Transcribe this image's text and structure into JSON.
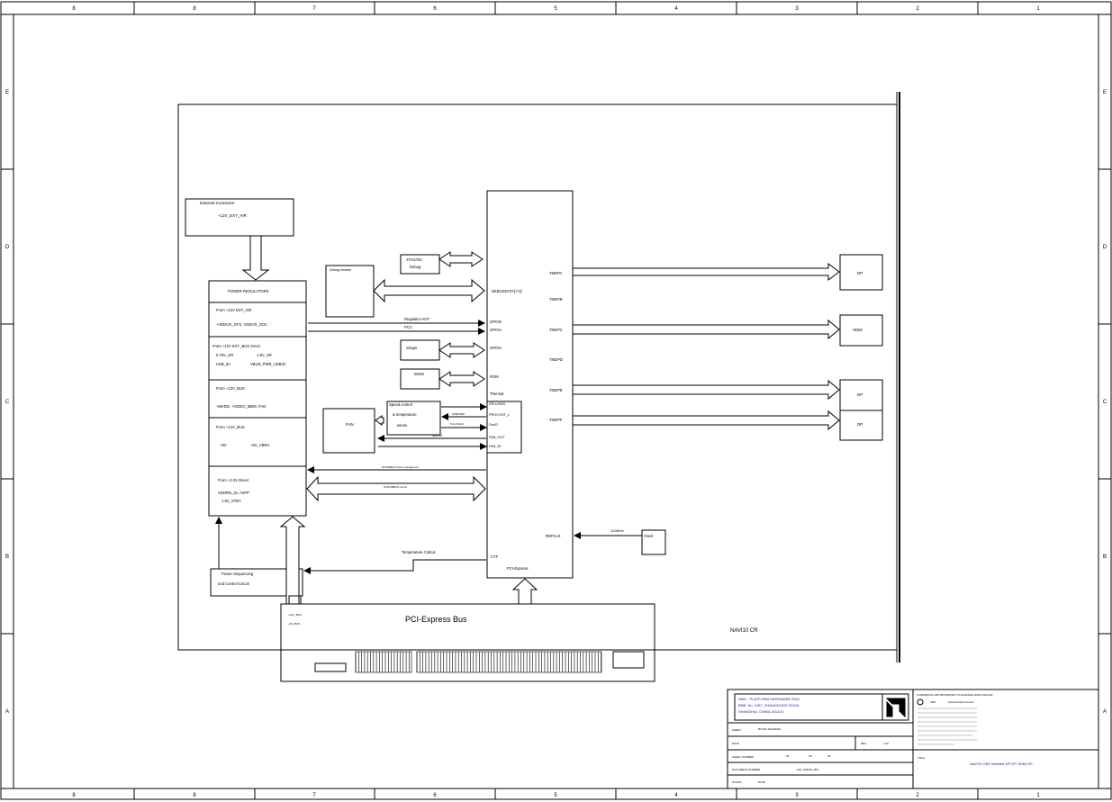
{
  "frame": {
    "columns": [
      "8",
      "8",
      "7",
      "6",
      "5",
      "4",
      "3",
      "2",
      "1"
    ],
    "rows": [
      "E",
      "D",
      "C",
      "B",
      "A"
    ]
  },
  "blocks": {
    "external_connector": {
      "title": "External Connector",
      "rail": "+12V_EXT_AIR"
    },
    "power_regulators": {
      "title": "POWER REGULATORS",
      "s1_from": "From +12V EXT_AIR",
      "s1_rails": "+VDDCR_GFX, VDDCR_SOC",
      "s2_from": "From +12V EXT_BUS 3AUX",
      "s2_a": "0.75V_SR",
      "s2_b": "1.8V_SR",
      "s2_c": "USB_5V",
      "s2_d": "VBUS_PWR_USB3C",
      "s3_from": "From +12V_BUS",
      "s3_rails": "+MVDD, +VDDCI_MEM, FAN",
      "s4_from": "From +12V_BUS",
      "s4_a": "+5V",
      "s4_b": "+5V_VBRA",
      "s5_from": "From +3.3V Direct",
      "s5_a": "VDDRN_33, AVPP",
      "s5_b": "1.8V_STBY"
    },
    "debug_header": {
      "label": "Debug header"
    },
    "jtag": {
      "line1": "JTAG/I2C",
      "line2": "Debug"
    },
    "straps": {
      "label": "Straps"
    },
    "brom": {
      "label": "BIOM"
    },
    "speed_control": {
      "line1": "Speed control",
      "line2": "& temperature",
      "line3": "sense"
    },
    "fan": {
      "label": "FAN"
    },
    "power_seq": {
      "line1": "Power Sequencing",
      "line2": "and Control Circuit"
    },
    "clock": {
      "label": "Clock"
    },
    "pcie_bus": {
      "title": "PCI-Express Bus",
      "note1": "+12V_BUS",
      "note2": "+3V_BUS"
    },
    "gpu": {
      "debug_port": "DEBUGDATA[7:0]",
      "gpio5": "GPIO5",
      "gpio4": "GPIO4",
      "gpio_s": "GPIOs",
      "rom": "ROM",
      "thermal": "Thermal",
      "t1": "DPLUSMS",
      "t2": "PROCHOT_L",
      "t3": "DmIO",
      "t4": "FAN_OUT",
      "t5": "FAN_IN",
      "refclk": "REFCLK",
      "ctf": "CTF",
      "pcie": "PCI-Express",
      "tmds_a": "TMDPA",
      "tmds_b": "TMDPB",
      "tmds_c": "TMDPC",
      "tmds_d": "TMDPD",
      "tmds_e": "TMDPE",
      "tmds_f": "TMDPF"
    },
    "outputs": {
      "dp1": "DP",
      "hdmi": "HDMI",
      "dp2": "DP",
      "dp3": "DP"
    }
  },
  "signals": {
    "regulator_hot": "Regulator HOT",
    "pcc": "PCC",
    "freq_100": "100MHz",
    "temp_critical": "Temperature Critical",
    "tiny1": "OVERTEMP",
    "tiny2": "Temp Monitor",
    "tiny3": "Speed ctrl",
    "i2c_mgmt": "I2C/SMBUS Power management",
    "svi2": "SVI2/SMBUS control"
  },
  "board_name": "NAVI10 CR",
  "title_block": {
    "company": "AMD - PLATFORM HARDWARE ENG",
    "address1": "BNB, No. 1387, ZHANGDONG ROAD",
    "address2": "SHANGHAI, CHINA 201203",
    "sheet_label": "SHEET",
    "sheet_value": "BLOCK DIAGRAM",
    "date_label": "DATE",
    "rev_label": "REV",
    "rev_value": "1.00",
    "sheet_number_label": "SHEET NUMBER",
    "sheet_of": "02",
    "of_label": "OF",
    "sheet_total": "99",
    "doc_number_label": "DOCUMENT NUMBER",
    "doc_number": "105_D18604_000",
    "notes_label": "NOTES",
    "notes_value": "NOTE",
    "conf1": "CONFIDENTIAL AND PROPRIETARY TO ADVANCED MICRO DEVICES",
    "conf2": "AMD",
    "conf3": "Advanced Micro Devices",
    "title_label": "TITLE",
    "title_value": "NAVI10 GBX Website DP DP HDMI DP"
  }
}
